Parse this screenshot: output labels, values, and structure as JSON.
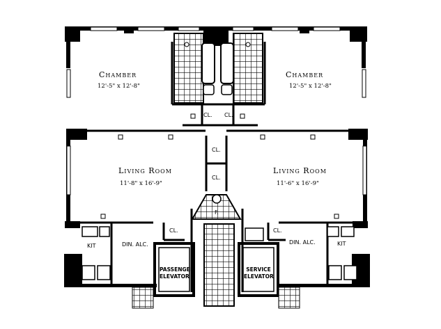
{
  "rooms": {
    "chamber_left": {
      "name": "Chamber",
      "dim": "12'-5\" x 12'-8\""
    },
    "chamber_right": {
      "name": "Chamber",
      "dim": "12'-5\" x 12'-8\""
    },
    "living_left": {
      "name": "Living Room",
      "dim": "11'-8\" x 16'-9\""
    },
    "living_right": {
      "name": "Living Room",
      "dim": "11'-6\" x 16'-9\""
    }
  },
  "closets": {
    "label": "CL."
  },
  "kitchens": {
    "label": "KIT"
  },
  "dining": {
    "label": "DIN. ALC."
  },
  "fireplace": {
    "label": "F."
  },
  "elevators": {
    "passenger_line1": "PASSENGER",
    "passenger_line2": "ELEVATOR",
    "service_line1": "SERVICE",
    "service_line2": "ELEVATOR"
  }
}
